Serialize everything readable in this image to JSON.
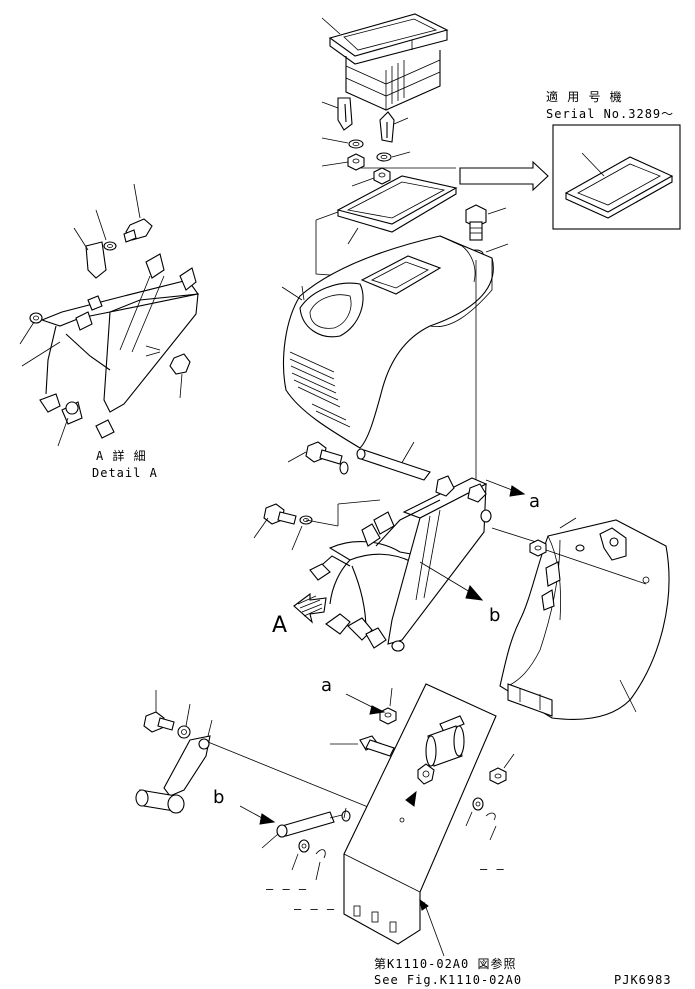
{
  "labels": {
    "serial_title": "適 用 号 機",
    "serial_number": "Serial No.3289～",
    "detail_title_jp": "A 詳 細",
    "detail_title_en": "Detail A",
    "view_a": "A",
    "ref_a_upper": "a",
    "ref_b_upper": "b",
    "ref_a_lower": "a",
    "ref_b_lower": "b",
    "see_fig_jp": "第K1110-02A0 図参照",
    "see_fig_en": "See Fig.K1110-02A0",
    "drawing_code": "PJK6983",
    "blank_1": "— —",
    "blank_2": "— — —",
    "blank_3": "— — —"
  }
}
